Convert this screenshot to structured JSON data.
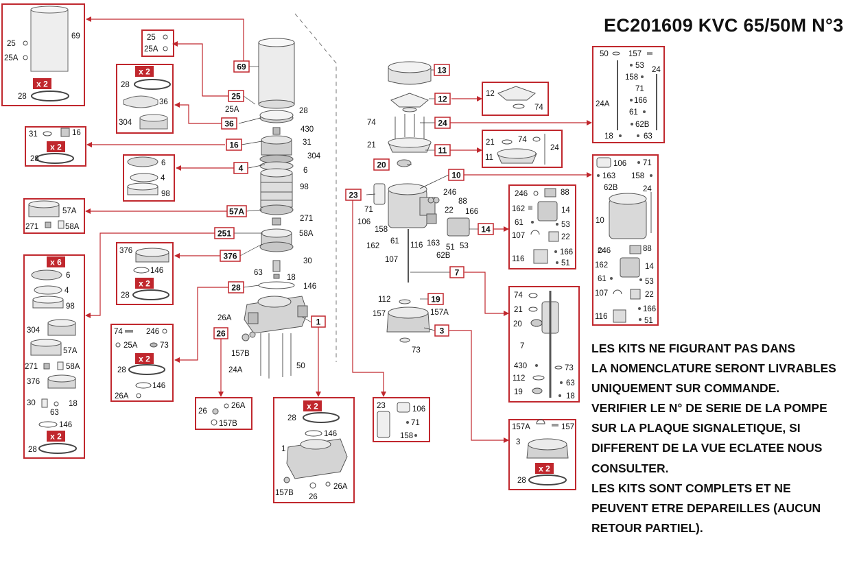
{
  "title": "EC201609 KVC 65/50M N°3",
  "notes": [
    "LES KITS NE FIGURANT PAS DANS",
    "LA NOMENCLATURE SERONT LIVRABLES",
    "UNIQUEMENT SUR COMMANDE.",
    "VERIFIER LE N° DE SERIE DE LA POMPE",
    "SUR LA PLAQUE SIGNALETIQUE, SI",
    "DIFFERENT DE LA VUE ECLATEE NOUS",
    "CONSULTER.",
    "LES KITS SONT COMPLETS ET NE",
    "PEUVENT ETRE DEPAREILLES (AUCUN",
    "RETOUR PARTIEL)."
  ],
  "colors": {
    "accent": "#c0272d",
    "line": "#444444",
    "part_fill": "#e9e9e9",
    "part_stroke": "#555555"
  },
  "callouts": {
    "c69": "69",
    "c25": "25",
    "c36": "36",
    "c16": "16",
    "c4": "4",
    "c57A": "57A",
    "c251": "251",
    "c376": "376",
    "c28": "28",
    "c26": "26",
    "c1": "1",
    "c13": "13",
    "c12": "12",
    "c24": "24",
    "c11": "11",
    "c20": "20",
    "c10": "10",
    "c23": "23",
    "c14": "14",
    "c7": "7",
    "c19": "19",
    "c3": "3"
  },
  "qty": {
    "x2": "x 2",
    "x6": "x 6"
  },
  "center_labels": {
    "n25A": "25A",
    "n28": "28",
    "n430": "430",
    "n31": "31",
    "n304": "304",
    "n6": "6",
    "n98": "98",
    "n271": "271",
    "n58A": "58A",
    "n30": "30",
    "n63": "63",
    "n18": "18",
    "n146": "146",
    "n26A": "26A",
    "n157B": "157B",
    "n24A": "24A",
    "n50": "50"
  },
  "motor_labels": {
    "n74": "74",
    "n21": "21",
    "n246": "246",
    "n88": "88",
    "n22": "22",
    "n166": "166",
    "n71": "71",
    "n106": "106",
    "n158": "158",
    "n162": "162",
    "n61": "61",
    "n116": "116",
    "n163": "163",
    "n51": "51",
    "n53": "53",
    "n62B": "62B",
    "n107": "107",
    "n112": "112",
    "n157": "157",
    "n157A": "157A",
    "n73": "73"
  },
  "kit69": {
    "a": "25",
    "b": "25A",
    "c": "69",
    "d": "28"
  },
  "kit25": {
    "a": "25",
    "b": "25A"
  },
  "kit36": {
    "a": "28",
    "b": "36",
    "c": "304"
  },
  "kit16": {
    "a": "31",
    "b": "16",
    "c": "28"
  },
  "kit4": {
    "a": "6",
    "b": "4",
    "c": "98"
  },
  "kit57A": {
    "a": "57A",
    "b": "271",
    "c": "58A"
  },
  "kit251": {
    "a": "6",
    "b": "4",
    "c": "98",
    "d": "304",
    "e": "57A",
    "f": "271",
    "g": "58A",
    "h": "376",
    "i": "30",
    "j": "18",
    "k": "63",
    "l": "146",
    "m": "28"
  },
  "kit376": {
    "a": "376",
    "b": "146",
    "c": "28"
  },
  "kit28": {
    "a": "74",
    "b": "246",
    "c": "25A",
    "d": "73",
    "e": "28",
    "f": "146",
    "g": "26A"
  },
  "kit26": {
    "a": "26",
    "b": "26A",
    "c": "157B"
  },
  "kit1": {
    "a": "28",
    "b": "146",
    "c": "1",
    "d": "157B",
    "e": "26",
    "f": "26A"
  },
  "kit12": {
    "a": "12",
    "b": "74"
  },
  "kit11": {
    "a": "21",
    "b": "74",
    "c": "24",
    "d": "11"
  },
  "kit23": {
    "a": "23",
    "b": "106",
    "c": "71",
    "d": "158"
  },
  "kit14": {
    "a": "246",
    "b": "88",
    "c": "162",
    "d": "14",
    "e": "61",
    "f": "53",
    "g": "107",
    "h": "22",
    "i": "166",
    "j": "116",
    "k": "51"
  },
  "kit24": {
    "a": "50",
    "b": "157",
    "c": "53",
    "d": "158",
    "e": "24",
    "f": "71",
    "g": "24A",
    "h": "166",
    "i": "61",
    "j": "62B",
    "k": "18",
    "l": "63"
  },
  "kit10": {
    "a": "106",
    "b": "71",
    "c": "163",
    "d": "158",
    "e": "62B",
    "f": "24",
    "g": "10",
    "h": "246",
    "i": "88",
    "j": "162",
    "k": "14",
    "l": "61",
    "m": "53",
    "n": "107",
    "o": "22",
    "p": "166",
    "q": "116",
    "r": "51"
  },
  "kit7": {
    "a": "74",
    "b": "21",
    "c": "20",
    "d": "7",
    "e": "430",
    "f": "73",
    "g": "112",
    "h": "63",
    "i": "19",
    "j": "18"
  },
  "kit3": {
    "a": "157A",
    "b": "157",
    "c": "3",
    "d": "28"
  }
}
